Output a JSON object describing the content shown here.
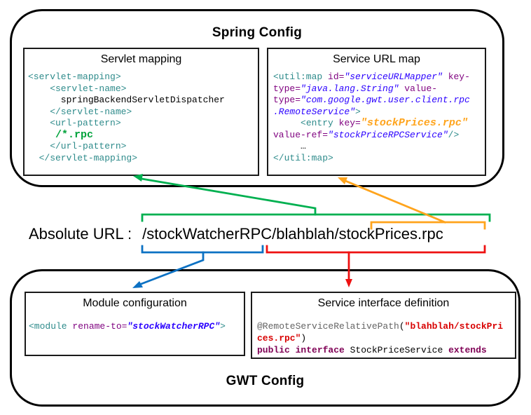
{
  "colors": {
    "green": "#00B050",
    "orange": "#FFA41C",
    "blue": "#0C71C3",
    "red": "#EE1111",
    "tag_teal": "#2E8B8B",
    "attr_purple": "#7F007F",
    "value_blue": "#2A00FF",
    "annotation_gray": "#646464",
    "keyword_purple": "#7F0055",
    "string_red": "#D80000",
    "highlight_green": "#00A33C",
    "highlight_orange": "#FFA41C"
  },
  "spring": {
    "title": "Spring Config",
    "servlet_box": {
      "title": "Servlet mapping",
      "code": [
        [
          [
            "tag",
            "<servlet-mapping>"
          ]
        ],
        [
          [
            "tag",
            "    <servlet-name>"
          ]
        ],
        [
          [
            "plain",
            "      springBackendServletDispatcher"
          ]
        ],
        [
          [
            "tag",
            "    </servlet-name>"
          ]
        ],
        [
          [
            "tag",
            "    <url-pattern>"
          ]
        ],
        [
          [
            "plain",
            "     "
          ],
          [
            "hlgreen",
            "/*.rpc"
          ]
        ],
        [
          [
            "tag",
            "    </url-pattern>"
          ]
        ],
        [
          [
            "tag",
            "  </servlet-mapping>"
          ]
        ]
      ]
    },
    "service_box": {
      "title": "Service URL map",
      "code": [
        [
          [
            "tag",
            "<util:map"
          ],
          [
            "plain",
            " "
          ],
          [
            "attr",
            "id="
          ],
          [
            "val",
            "\"serviceURLMapper\""
          ],
          [
            "plain",
            " "
          ],
          [
            "attr",
            "key-"
          ]
        ],
        [
          [
            "attr",
            "type="
          ],
          [
            "val",
            "\"java.lang.String\""
          ],
          [
            "plain",
            " "
          ],
          [
            "attr",
            "value-"
          ]
        ],
        [
          [
            "attr",
            "type="
          ],
          [
            "val",
            "\"com.google.gwt.user.client.rpc"
          ]
        ],
        [
          [
            "val",
            ".RemoteService\""
          ],
          [
            "tag",
            ">"
          ]
        ],
        [
          [
            "plain",
            "     "
          ],
          [
            "tag",
            "<entry"
          ],
          [
            "plain",
            " "
          ],
          [
            "attr",
            "key="
          ],
          [
            "hlorange",
            "\"stockPrices.rpc\""
          ]
        ],
        [
          [
            "attr",
            "value-ref="
          ],
          [
            "val",
            "\"stockPriceRPCService\""
          ],
          [
            "tag",
            "/>"
          ]
        ],
        [
          [
            "plain",
            "     …"
          ]
        ],
        [
          [
            "tag",
            "</util:map>"
          ]
        ]
      ]
    }
  },
  "url_line": {
    "label": "Absolute URL :",
    "url": "/stockWatcherRPC/blahblah/stockPrices.rpc"
  },
  "gwt": {
    "title": "GWT Config",
    "module_box": {
      "title": "Module configuration",
      "code": [
        [
          [
            "tag",
            "<module"
          ],
          [
            "plain",
            " "
          ],
          [
            "attr",
            "rename-to="
          ],
          [
            "valbold",
            "\"stockWatcherRPC\""
          ],
          [
            "tag",
            ">"
          ]
        ]
      ]
    },
    "interface_box": {
      "title": "Service interface definition",
      "code": [
        [
          [
            "ann",
            "@RemoteServiceRelativePath"
          ],
          [
            "plain",
            "("
          ],
          [
            "strred",
            "\"blahblah/stockPri"
          ]
        ],
        [
          [
            "strred",
            "ces.rpc\""
          ],
          [
            "plain",
            ")"
          ]
        ],
        [
          [
            "kw",
            "public interface"
          ],
          [
            "plain",
            " StockPriceService "
          ],
          [
            "kw",
            "extends"
          ]
        ]
      ]
    }
  }
}
